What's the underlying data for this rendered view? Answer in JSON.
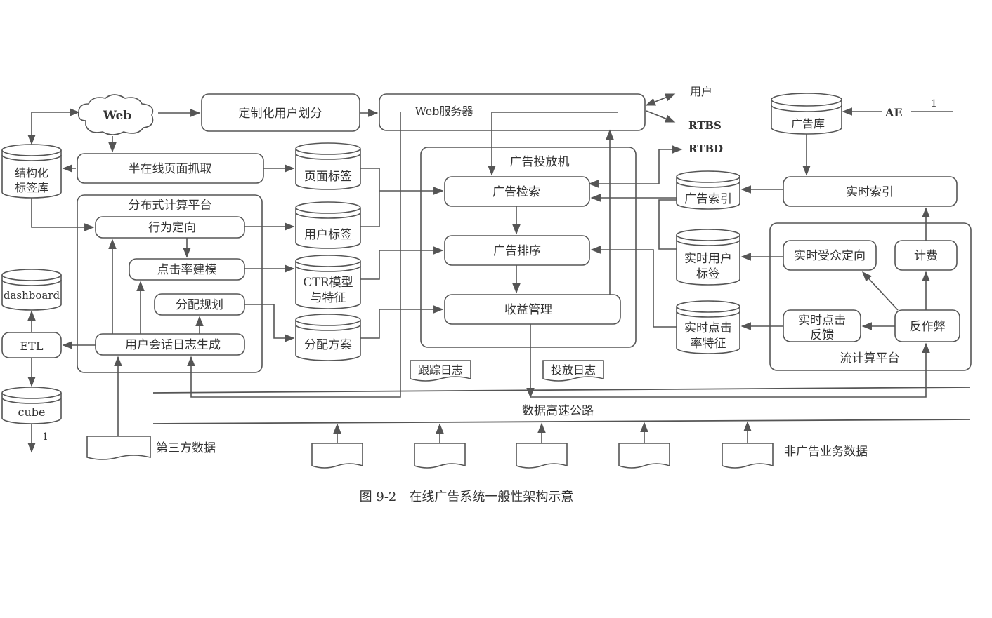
{
  "labels": {
    "web": "Web",
    "custom_user_segment": "定制化用户划分",
    "web_server": "Web服务器",
    "user": "用户",
    "rtbs": "RTBS",
    "rtbd": "RTBD",
    "ad_library": "广告库",
    "ae": "AE",
    "ae_one": "1",
    "structured_tag_lib_1": "结构化",
    "structured_tag_lib_2": "标签库",
    "semi_online_crawl": "半在线页面抓取",
    "page_tags": "页面标签",
    "ad_server": "广告投放机",
    "ad_retrieval": "广告检索",
    "ad_index": "广告索引",
    "realtime_index": "实时索引",
    "distributed_platform": "分布式计算平台",
    "behavior_targeting": "行为定向",
    "user_tags": "用户标签",
    "ctr_modeling": "点击率建模",
    "ctr_model_1": "CTR模型",
    "ctr_model_2": "与特征",
    "allocation_planning": "分配规划",
    "allocation_plan": "分配方案",
    "session_log_gen": "用户会话日志生成",
    "ad_ranking": "广告排序",
    "revenue_mgmt": "收益管理",
    "realtime_user_tags_1": "实时用户",
    "realtime_user_tags_2": "标签",
    "realtime_audience": "实时受众定向",
    "billing": "计费",
    "realtime_ctr_feat_1": "实时点击",
    "realtime_ctr_feat_2": "率特征",
    "realtime_click_fb_1": "实时点击",
    "realtime_click_fb_2": "反馈",
    "anti_fraud": "反作弊",
    "stream_platform": "流计算平台",
    "dashboard": "dashboard",
    "etl": "ETL",
    "cube": "cube",
    "cube_one": "1",
    "tracking_log": "跟踪日志",
    "delivery_log": "投放日志",
    "data_highway": "数据高速公路",
    "third_party_data": "第三方数据",
    "non_ad_data": "非广告业务数据"
  },
  "caption": "图 9-2　在线广告系统一般性架构示意"
}
